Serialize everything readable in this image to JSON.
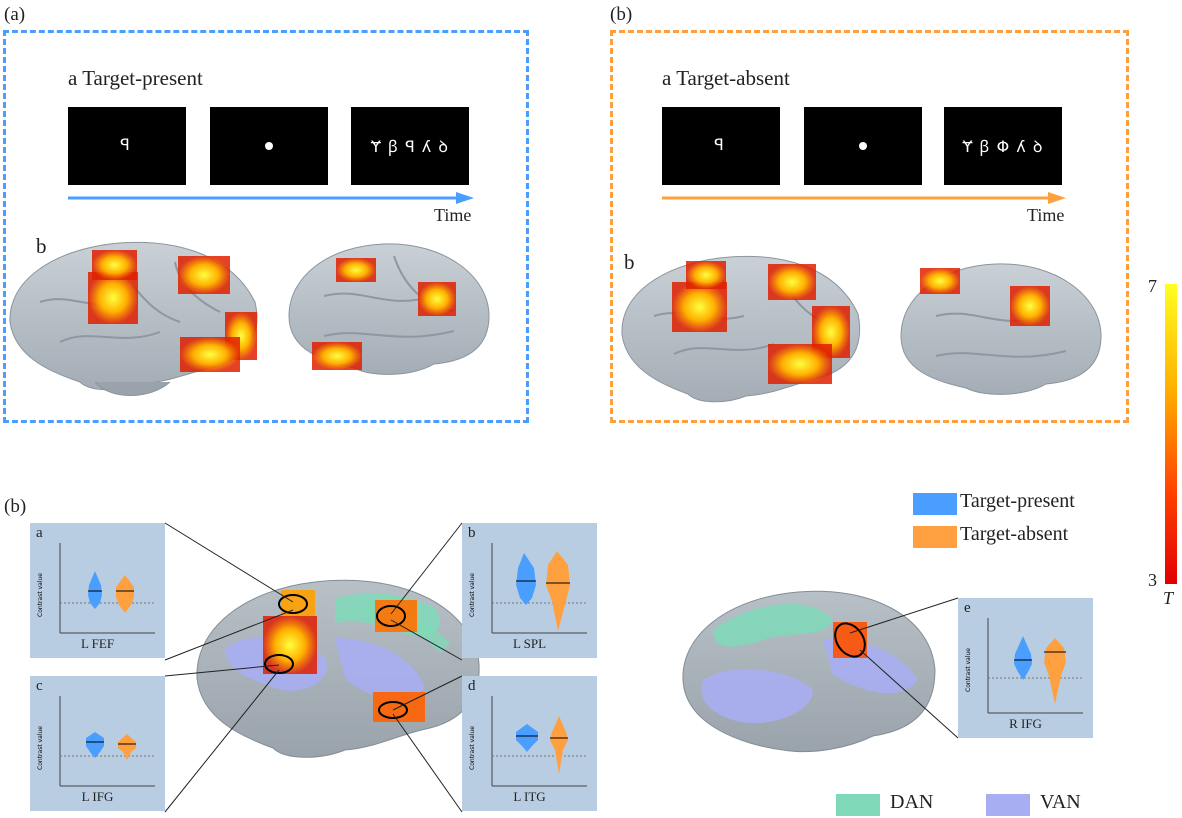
{
  "top": {
    "left": {
      "panel_label": "(a)",
      "sub_a": "a  Target-present",
      "stimuli": [
        "ꟼ",
        "",
        "Ɏ ꞵ ꟼ ʎ ꝺ"
      ],
      "time_label": "Time",
      "sub_b": "b",
      "accent_color": "#4a9eff"
    },
    "right": {
      "panel_label": "(b)",
      "sub_a": "a  Target-absent",
      "stimuli": [
        "ꟼ",
        "",
        "Ɏ ꞵ Φ ʎ ꝺ"
      ],
      "time_label": "Time",
      "sub_b": "b",
      "accent_color": "#ffa040"
    }
  },
  "colorbar": {
    "max": "7",
    "min": "3",
    "var": "T"
  },
  "bottom": {
    "panel_label": "(b)",
    "insets": [
      {
        "letter": "a",
        "title": "L FEF",
        "ylabel": "Contrast value"
      },
      {
        "letter": "b",
        "title": "L SPL",
        "ylabel": "Contrast value"
      },
      {
        "letter": "c",
        "title": "L IFG",
        "ylabel": "Contrast value"
      },
      {
        "letter": "d",
        "title": "L ITG",
        "ylabel": "Contrast value"
      },
      {
        "letter": "e",
        "title": "R IFG",
        "ylabel": "Contrast value"
      }
    ],
    "legend": [
      {
        "label": "Target-present",
        "color": "#4a9eff"
      },
      {
        "label": "Target-absent",
        "color": "#ffa040"
      }
    ],
    "networks": [
      {
        "label": "DAN",
        "color": "#7fd9b8"
      },
      {
        "label": "VAN",
        "color": "#a8aef2"
      }
    ]
  }
}
